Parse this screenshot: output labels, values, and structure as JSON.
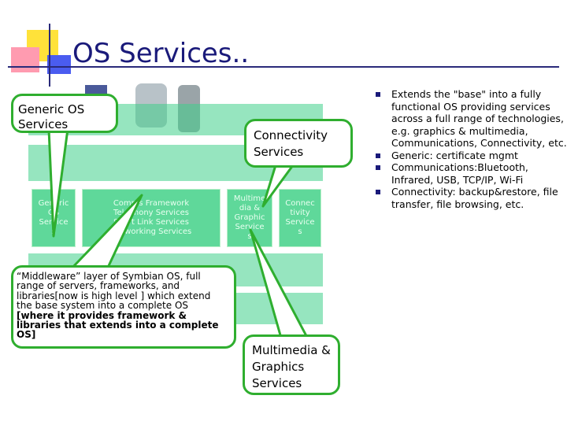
{
  "slide": {
    "title": "OS Services.."
  },
  "diagram": {
    "boxes": [
      {
        "text": "Generic\nOS\nService\ns"
      },
      {
        "text": "Comms Framework\nTelephony Services\nShort Link Services\nNetworking Services"
      },
      {
        "text": "Multime\ndia &\nGraphic\nService\ns"
      },
      {
        "text": "Connec\ntivity\nService\ns"
      }
    ]
  },
  "callouts": {
    "generic": "Generic OS Services",
    "connectivity": "Connectivity Services",
    "middleware_lines": [
      "“Middleware” layer of Symbian OS, full",
      "range of servers, frameworks, and",
      "libraries[now is high level ] which extend",
      "the base system into a complete OS"
    ],
    "middleware_bold_lines": [
      "[where it provides framework &",
      "libraries that extends into a complete",
      "OS]"
    ],
    "multimedia": "Multimedia & Graphics Services"
  },
  "bullets": [
    "Extends the \"base\" into a fully functional OS providing services across a full range of technologies, e.g. graphics & multimedia, Communications, Connectivity, etc.",
    "Generic: certificate mgmt",
    "Communications:Bluetooth, Infrared, USB, TCP/IP, Wi-Fi",
    "Connectivity: backup&restore, file transfer, file browsing, etc."
  ],
  "colors": {
    "title": "#1a1a7a",
    "callout_border": "#2fae2f",
    "diagram_green": "#3fcf8a"
  }
}
